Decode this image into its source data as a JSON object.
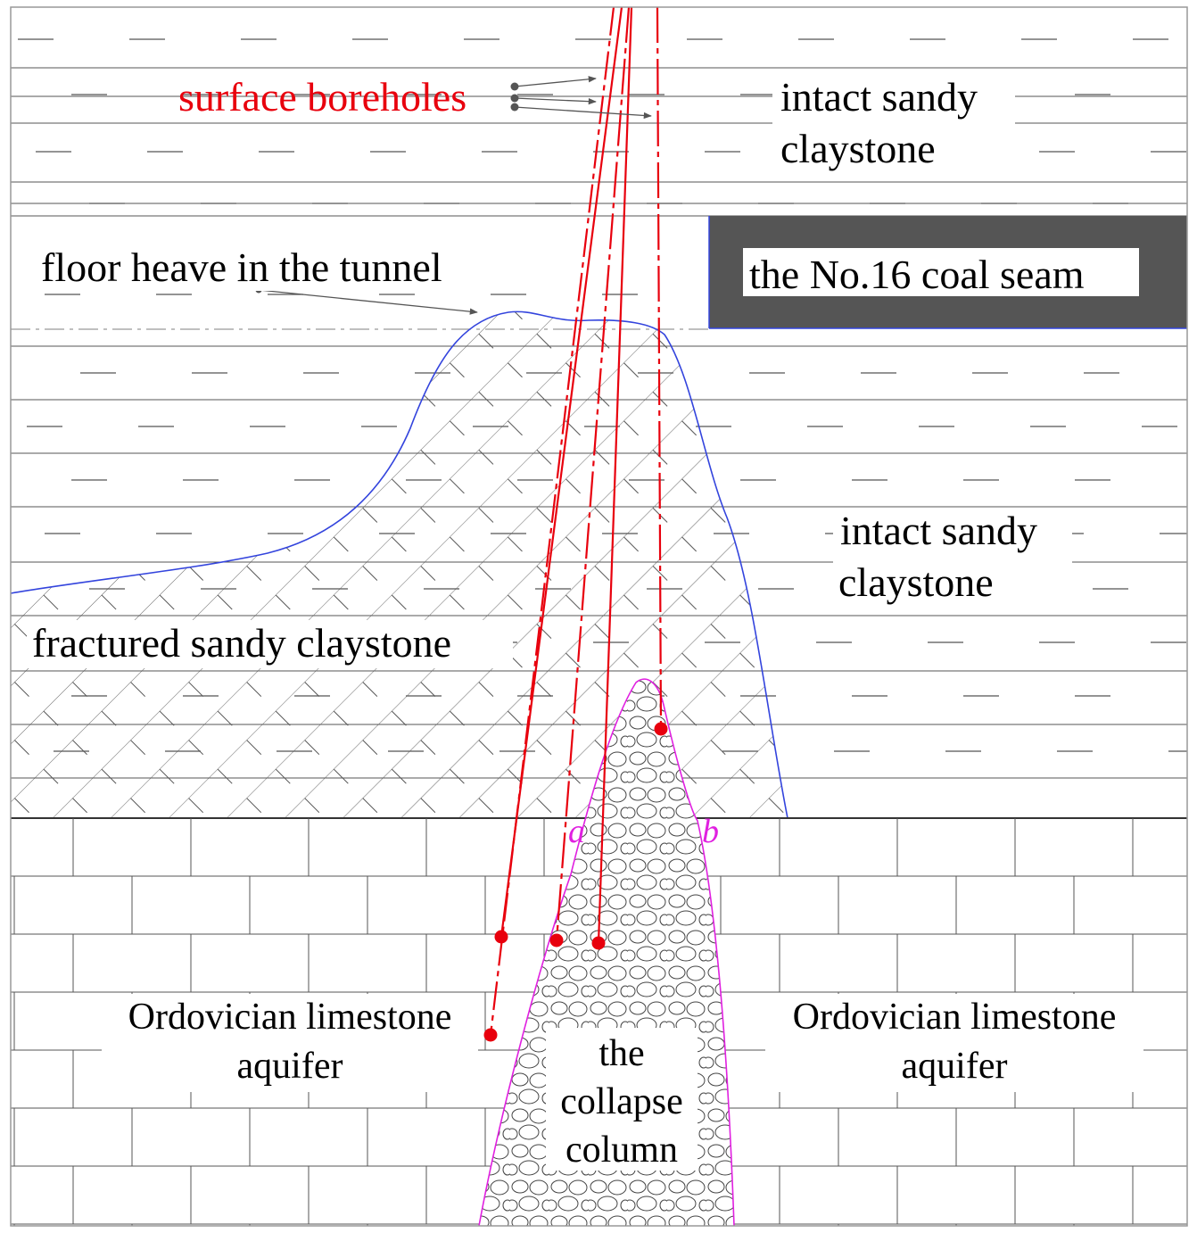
{
  "labels": {
    "surface_boreholes": "surface boreholes",
    "intact_upper": [
      "intact sandy",
      "claystone"
    ],
    "coal_seam": "the No.16 coal seam",
    "floor_heave": "floor heave in the tunnel",
    "intact_middle": [
      "intact sandy",
      "claystone"
    ],
    "fractured": "fractured sandy claystone",
    "aquifer_left": [
      "Ordovician limestone",
      "aquifer"
    ],
    "aquifer_right": [
      "Ordovician limestone",
      "aquifer"
    ],
    "collapse_column": [
      "the",
      "collapse",
      "column"
    ],
    "point_a": "a",
    "point_b": "b"
  },
  "colors": {
    "borehole": "#e8000d",
    "zone_boundary": "#3344dd",
    "collapse_outline": "#e020e0",
    "coal": "#555555",
    "strata_line": "#444444"
  }
}
